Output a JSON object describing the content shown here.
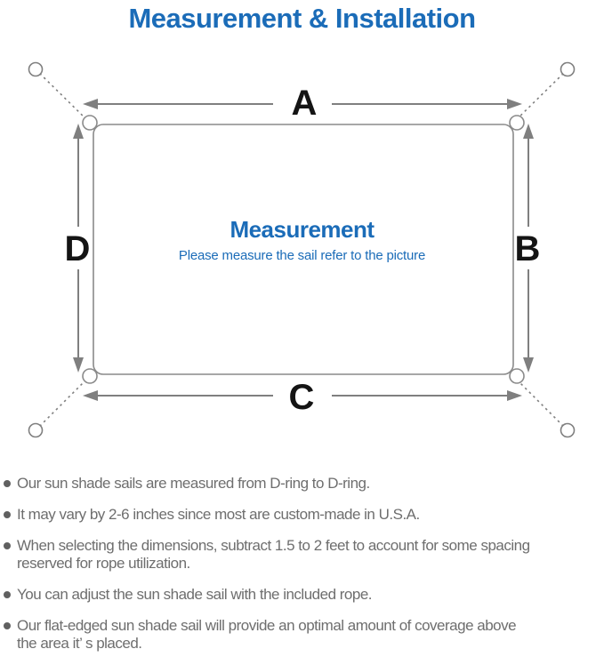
{
  "title": "Measurement & Installation",
  "diagram": {
    "labels": {
      "top": "A",
      "right": "B",
      "bottom": "C",
      "left": "D"
    },
    "center_heading": "Measurement",
    "center_subtext": "Please measure the sail refer to the picture"
  },
  "notes": [
    {
      "lines": [
        "Our sun shade sails are measured from D-ring to D-ring."
      ]
    },
    {
      "lines": [
        "It may vary by 2-6 inches since most are custom-made in U.S.A."
      ]
    },
    {
      "lines": [
        "When selecting the dimensions, subtract 1.5 to 2 feet to account for some spacing",
        "reserved for rope utilization."
      ]
    },
    {
      "lines": [
        "You can adjust the sun shade sail with the included rope."
      ]
    },
    {
      "lines": [
        "Our flat-edged sun shade sail will provide an optimal amount of coverage above",
        "the area it’ s placed."
      ]
    }
  ],
  "colors": {
    "accent_blue": "#1b6cb8",
    "line_gray": "#7f7f7f",
    "outline_gray": "#8a8a8a",
    "note_text_gray": "#6e6e6e",
    "label_black": "#141414"
  }
}
